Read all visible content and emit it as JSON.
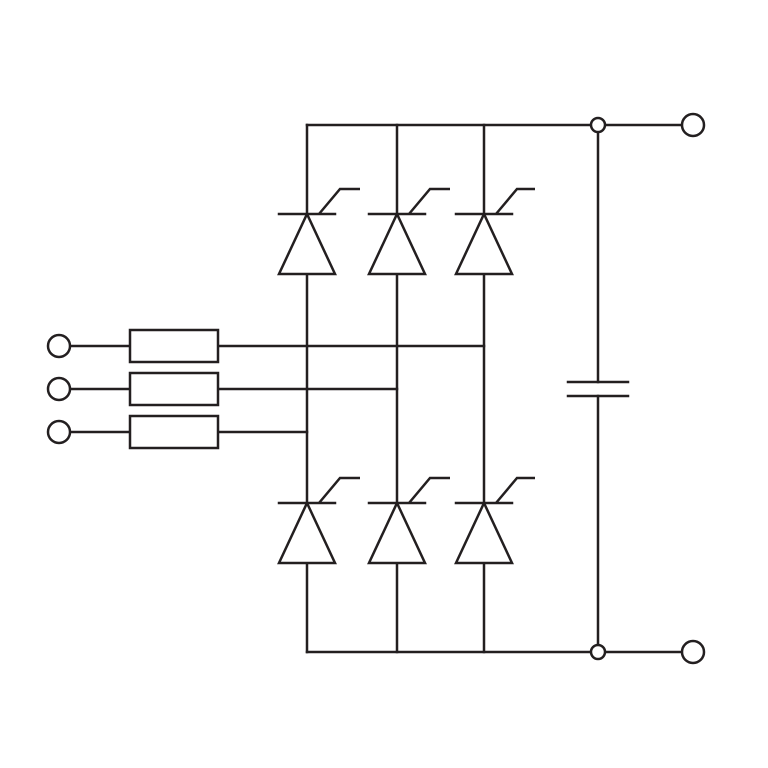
{
  "diagram": {
    "kind": "three-phase thyristor bridge rectifier schematic",
    "colors": {
      "line": "#231f20",
      "background": "#ffffff"
    },
    "components": {
      "input_resistor_count": 3,
      "thyristor_count": 6,
      "capacitor_count": 1,
      "ac_input_terminals": 3,
      "dc_output_terminals": 2
    }
  }
}
